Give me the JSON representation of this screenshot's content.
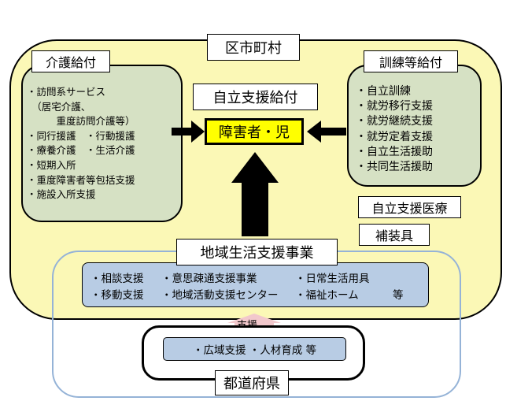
{
  "municipality": {
    "title": "区市町村"
  },
  "care_benefits": {
    "title": "介護給付",
    "items": [
      "・訪問系サービス",
      "　（居宅介護、",
      "　　　重度訪問介護等）",
      "・同行援護　・行動援護",
      "・療養介護　・生活介護",
      "・短期入所",
      "・重度障害者等包括支援",
      "・施設入所支援"
    ]
  },
  "training_benefits": {
    "title": "訓練等給付",
    "items": [
      "・自立訓練",
      "・就労移行支援",
      "・就労継続支援",
      "・就労定着支援",
      "・自立生活援助",
      "・共同生活援助"
    ]
  },
  "independence_benefits": {
    "label": "自立支援給付"
  },
  "target": {
    "label": "障害者・児"
  },
  "medical": {
    "label": "自立支援医療"
  },
  "equipment": {
    "label": "補装具"
  },
  "regional_program": {
    "title": "地域生活支援事業",
    "row1": [
      "・相談支援",
      "・意思疎通支援事業",
      "・日常生活用具"
    ],
    "row2": [
      "・移動支援",
      "・地域活動支援センター",
      "・福祉ホーム",
      "等"
    ]
  },
  "prefecture": {
    "title": "都道府県",
    "support_label": "支援",
    "services": "・広域支援 ・人材育成 等"
  },
  "colors": {
    "municipality_fill": "#fbf8b6",
    "green_fill": "#d6e1c4",
    "target_fill": "#ffff00",
    "blue_fill": "#b8cce4",
    "prefecture_border": "#95b3d7",
    "support_arrow": "#f2c8cc"
  }
}
